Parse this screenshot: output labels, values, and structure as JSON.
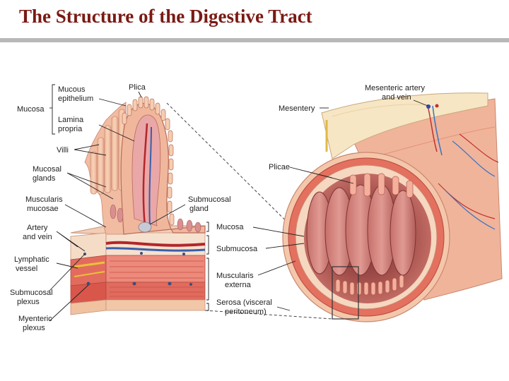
{
  "slide": {
    "title": "The Structure of the Digestive Tract"
  },
  "labels": {
    "mucosa_left": "Mucosa",
    "mucous_epithelium_1": "Mucous",
    "mucous_epithelium_2": "epithelium",
    "lamina_propria_1": "Lamina",
    "lamina_propria_2": "propria",
    "villi": "Villi",
    "mucosal_glands_1": "Mucosal",
    "mucosal_glands_2": "glands",
    "muscularis_mucosae_1": "Muscularis",
    "muscularis_mucosae_2": "mucosae",
    "artery_vein_1": "Artery",
    "artery_vein_2": "and vein",
    "lymphatic_vessel_1": "Lymphatic",
    "lymphatic_vessel_2": "vessel",
    "submucosal_plexus_1": "Submucosal",
    "submucosal_plexus_2": "plexus",
    "myenteric_plexus_1": "Myenteric",
    "myenteric_plexus_2": "plexus",
    "plica": "Plica",
    "submucosal_gland_1": "Submucosal",
    "submucosal_gland_2": "gland",
    "mucosa_mid": "Mucosa",
    "submucosa": "Submucosa",
    "muscularis_externa_1": "Muscularis",
    "muscularis_externa_2": "externa",
    "serosa_1": "Serosa (visceral",
    "serosa_2": "peritoneum)",
    "mesentery": "Mesentery",
    "mesenteric_artery_1": "Mesenteric artery",
    "mesenteric_artery_2": "and vein",
    "plicae": "Plicae"
  },
  "colors": {
    "title": "#7a1a14",
    "mucosa_pink": "#e9a3a0",
    "villus_fill": "#f3c7a7",
    "muscle_red": "#d9594e",
    "lumen_dark": "#8a3b3c",
    "mesentery_cream": "#f6e6c4"
  }
}
